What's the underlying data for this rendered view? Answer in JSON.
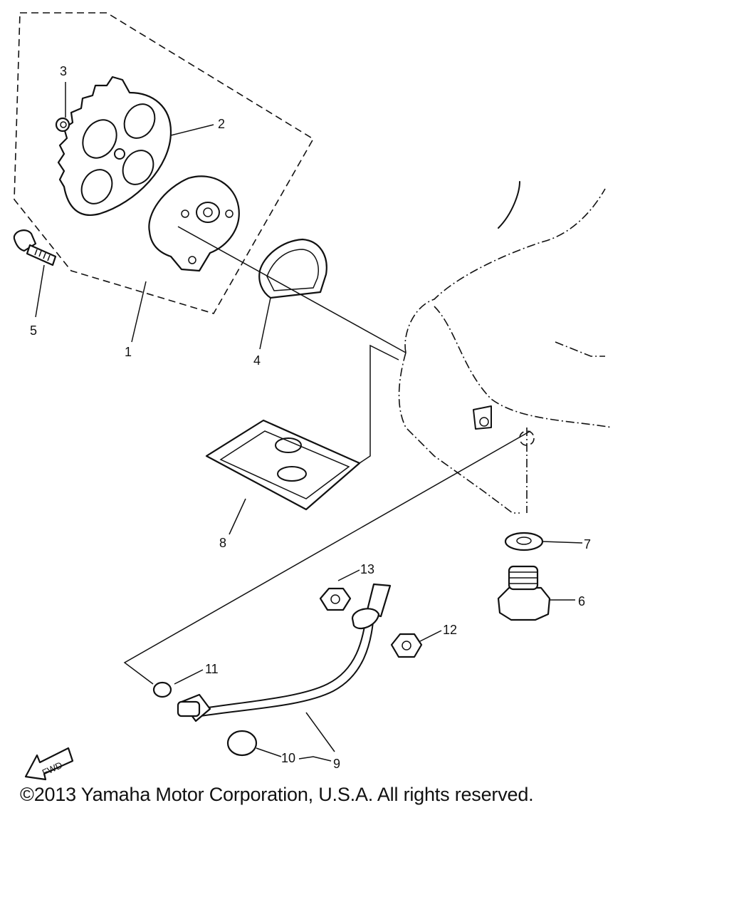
{
  "callouts": {
    "c1": "1",
    "c2": "2",
    "c3": "3",
    "c4": "4",
    "c5": "5",
    "c6": "6",
    "c7": "7",
    "c8": "8",
    "c9": "9",
    "c10": "10",
    "c11": "11",
    "c12": "12",
    "c13": "13"
  },
  "fwd_label": "FWD",
  "copyright": "©2013 Yamaha Motor Corporation, U.S.A. All rights reserved."
}
